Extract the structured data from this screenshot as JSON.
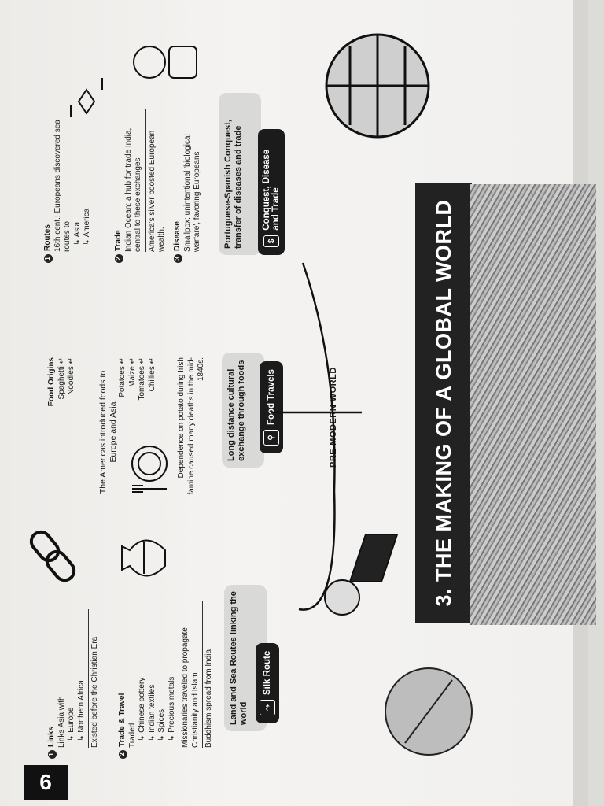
{
  "page_number": "6",
  "chapter_title": "3. THE MAKING OF A GLOBAL WORLD",
  "center_label": "PRE-MODERN WORLD",
  "silk_route": {
    "label": "Silk Route",
    "bubble": "Land and Sea Routes linking the world",
    "links_heading": "Links",
    "links_items": [
      "Links Asia with",
      "Europe",
      "Northern Africa"
    ],
    "links_note": "Existed before the Christian Era",
    "trade_heading": "Trade & Travel",
    "trade_items": [
      "Traded",
      "Chinese pottery",
      "Indian textiles",
      "Spices",
      "Precious metals"
    ],
    "trade_note1": "Missionaries traveled to propagate Christianity and Islam",
    "trade_note2": "Buddhism spread from India"
  },
  "food_travels": {
    "label": "Food Travels",
    "bubble": "Long distance cultural exchange through foods",
    "intro": "The Americas introduced foods to Europe and Asia",
    "origins_heading": "Food Origins",
    "origins_items": [
      "Spaghetti",
      "Noodles"
    ],
    "americas_items": [
      "Potatoes",
      "Maize",
      "Tomatoes",
      "Chillies"
    ],
    "potato_note": "Dependence on potato during Irish famine caused many deaths in the mid-1840s."
  },
  "conquest": {
    "label": "Conquest, Disease and Trade",
    "bubble": "Portuguese-Spanish Conquest, transfer of diseases and trade",
    "routes_heading": "Routes",
    "routes_text": "16th cent.: Europeans discovered sea routes to",
    "routes_items": [
      "Asia",
      "America"
    ],
    "trade_heading": "Trade",
    "trade_text": "Indian Ocean: a hub for trade India, central to these exchanges",
    "trade_note": "America's silver boosted European wealth.",
    "disease_heading": "Disease",
    "disease_text": "Smallpox: unintentional 'biological warfare', favoring Europeans"
  },
  "icons": [
    "chain-links-icon",
    "pottery-vase-icon",
    "plate-fork-icon",
    "handshake-icon",
    "globe-icon",
    "dollar-icon"
  ]
}
